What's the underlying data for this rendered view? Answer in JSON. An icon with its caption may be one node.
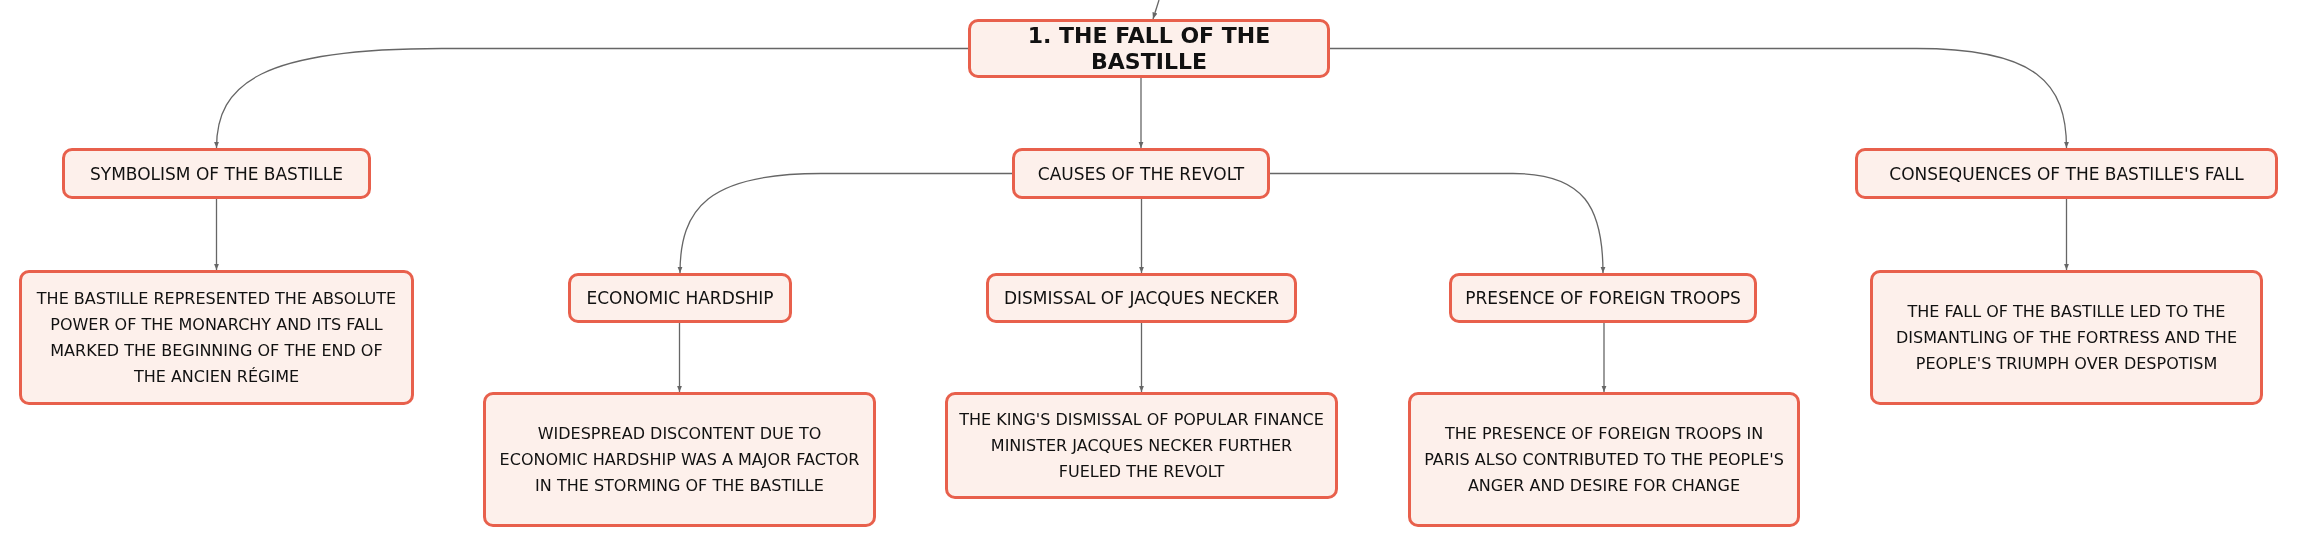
{
  "diagram": {
    "nodes": [
      {
        "text": [
          "1. THE FALL OF THE BASTILLE"
        ]
      },
      {
        "text": [
          "SYMBOLISM OF THE BASTILLE"
        ]
      },
      {
        "text": [
          "CAUSES OF THE REVOLT"
        ]
      },
      {
        "text": [
          "CONSEQUENCES OF THE BASTILLE'S FALL"
        ]
      },
      {
        "text": [
          "THE BASTILLE REPRESENTED THE ABSOLUTE POWER OF THE MONARCHY AND ITS FALL MARKED THE BEGINNING OF THE END OF THE ANCIEN RÉGIME"
        ]
      },
      {
        "text": [
          "ECONOMIC HARDSHIP"
        ]
      },
      {
        "text": [
          "DISMISSAL OF JACQUES NECKER"
        ]
      },
      {
        "text": [
          "PRESENCE OF FOREIGN TROOPS"
        ]
      },
      {
        "text": [
          "THE FALL OF THE BASTILLE LED TO THE DISMANTLING OF THE FORTRESS AND THE PEOPLE'S TRIUMPH OVER DESPOTISM"
        ]
      },
      {
        "text": [
          "WIDESPREAD DISCONTENT DUE TO ECONOMIC HARDSHIP WAS A MAJOR FACTOR IN THE STORMING OF THE BASTILLE"
        ]
      },
      {
        "text": [
          "THE KING'S DISMISSAL OF POPULAR FINANCE MINISTER JACQUES NECKER FURTHER FUELED THE REVOLT"
        ]
      },
      {
        "text": [
          "THE PRESENCE OF FOREIGN TROOPS IN PARIS ALSO CONTRIBUTED TO THE PEOPLE'S ANGER AND DESIRE FOR CHANGE"
        ]
      }
    ],
    "edges": [
      {
        "from": null,
        "to": 0,
        "arrow": "to"
      },
      {
        "from": 0,
        "to": 1,
        "arrow": "to"
      },
      {
        "from": 0,
        "to": 2,
        "arrow": "to"
      },
      {
        "from": 0,
        "to": 3,
        "arrow": "to"
      },
      {
        "from": 1,
        "to": 4,
        "arrow": "to"
      },
      {
        "from": 2,
        "to": 5,
        "arrow": "to"
      },
      {
        "from": 2,
        "to": 6,
        "arrow": "to"
      },
      {
        "from": 2,
        "to": 7,
        "arrow": "to"
      },
      {
        "from": 3,
        "to": 8,
        "arrow": "to"
      },
      {
        "from": 5,
        "to": 9,
        "arrow": "to"
      },
      {
        "from": 6,
        "to": 10,
        "arrow": "to"
      },
      {
        "from": 7,
        "to": 11,
        "arrow": "to"
      }
    ]
  }
}
